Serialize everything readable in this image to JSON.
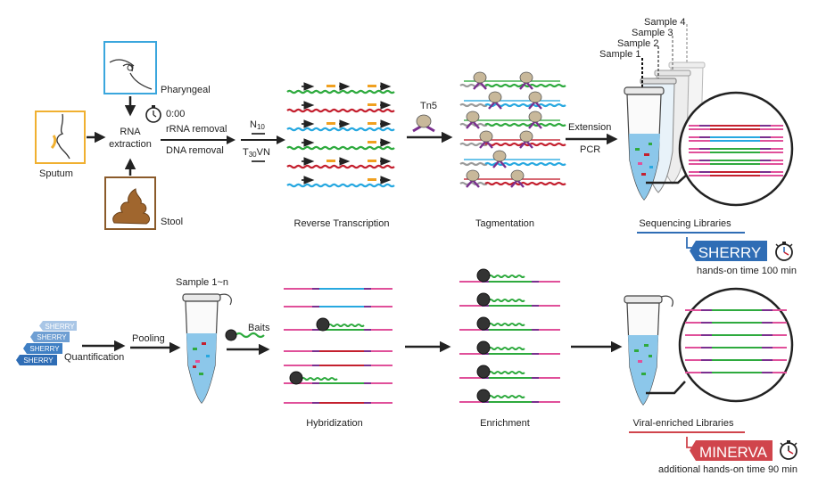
{
  "colors": {
    "green": "#2eaa3e",
    "red": "#c4202f",
    "blue": "#27a8e0",
    "grey": "#9a9a9a",
    "pink": "#e0509a",
    "purple": "#7a2f8e",
    "orange": "#f0a020",
    "sherry_blue": "#2f6db5",
    "minerva_red": "#d0454c",
    "sputum_frame": "#f0b030",
    "pharyngeal_frame": "#3aa6dd",
    "stool_frame": "#8a5a2a"
  },
  "inputs": {
    "pharyngeal": "Pharyngeal",
    "sputum": "Sputum",
    "stool": "Stool"
  },
  "steps": {
    "rna_extraction_line1": "RNA",
    "rna_extraction_line2": "extraction",
    "timer": "0:00",
    "rrna_removal": "rRNA removal",
    "dna_removal": "DNA removal",
    "primer_n": "N",
    "primer_n_sub": "10",
    "primer_t": "T",
    "primer_t_sub": "30",
    "primer_t_suffix": "VN",
    "reverse_transcription": "Reverse Transcription",
    "tn5": "Tn5",
    "tagmentation": "Tagmentation",
    "extension": "Extension",
    "pcr": "PCR",
    "samples": [
      "Sample 1",
      "Sample 2",
      "Sample 3",
      "Sample 4"
    ],
    "sequencing_libraries": "Sequencing Libraries",
    "sherry": "SHERRY",
    "hands_on_sherry": "hands-on time 100 min",
    "sherry_stack": [
      "SHERRY",
      "SHERRY",
      "SHERRY",
      "SHERRY"
    ],
    "quantification": "Quantification",
    "pooling": "Pooling",
    "sample_1n": "Sample 1~n",
    "baits": "Baits",
    "hybridization": "Hybridization",
    "enrichment": "Enrichment",
    "viral_enriched": "Viral-enriched Libraries",
    "minerva": "MINERVA",
    "hands_on_minerva": "additional hands-on time 90 min"
  }
}
